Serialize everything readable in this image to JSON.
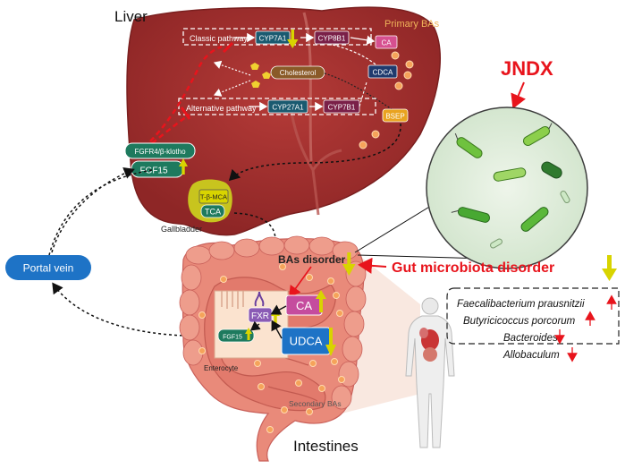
{
  "liver": {
    "title": "Liver",
    "primary_bas": "Primary BAs",
    "classic_pathway": "Classic pathway",
    "alternative_pathway": "Alternative pathway",
    "cyp7a1": "CYP7A1",
    "cyp8b1": "CYP8B1",
    "cyp27a1": "CYP27A1",
    "cyp7b1": "CYP7B1",
    "cholesterol": "Cholesterol",
    "ca": "CA",
    "cdca": "CDCA",
    "bsep": "BSEP",
    "fgfr4": "FGFR4/β-klotho",
    "fgf15": "FGF15"
  },
  "gallbladder": {
    "label": "Gallbladder",
    "tbmca": "T-β-MCA",
    "tca": "TCA"
  },
  "portal_vein": "Portal vein",
  "intestine": {
    "title": "Intestines",
    "bas_disorder": "BAs disorder",
    "fxr": "FXR",
    "fgf15": "FGF15",
    "enterocyte": "Enterocyte",
    "ca": "CA",
    "udca": "UDCA",
    "secondary_bas": "Secondary BAs"
  },
  "jndx": "JNDX",
  "gut_microbiota_disorder": "Gut microbiota disorder",
  "bacteria": [
    {
      "name": "Faecalibacterium prausnitzii",
      "direction": "up"
    },
    {
      "name": "Butyricicoccus porcorum",
      "direction": "up"
    },
    {
      "name": "Bacteroides",
      "direction": "down"
    },
    {
      "name": "Allobaculum",
      "direction": "down"
    }
  ],
  "colors": {
    "liver": "#a33232",
    "red_accent": "#e8141c",
    "yellow_arrow": "#d8d400",
    "portal_vein": "#1e73c6",
    "fgf_green": "#1e7a5e",
    "intestine": "#e98a7a"
  }
}
